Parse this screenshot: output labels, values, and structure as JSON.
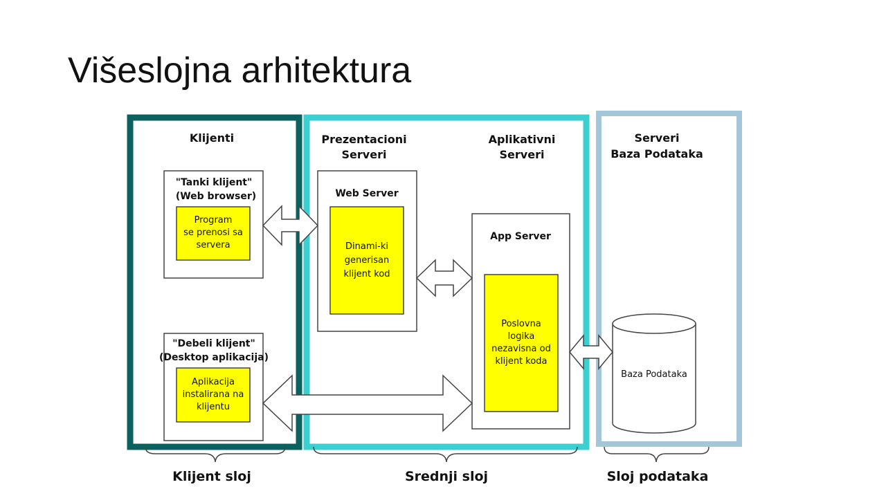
{
  "title": "Višeslojna arhitektura",
  "colors": {
    "client_tier": "#0b615d",
    "middle_tier": "#3ccfd0",
    "data_tier": "#a3c6d8",
    "highlight": "#ffff00"
  },
  "clients": {
    "header": "Klijenti",
    "thin": {
      "title_l1": "\"Tanki klijent\"",
      "title_l2": "(Web browser)",
      "inner": [
        "Program",
        "se prenosi sa",
        "servera"
      ]
    },
    "thick": {
      "title_l1": "\"Debeli klijent\"",
      "title_l2": "(Desktop aplikacija)",
      "inner": [
        "Aplikacija",
        "instalirana na",
        "klijentu"
      ]
    }
  },
  "presentation": {
    "header_l1": "Prezentacioni",
    "header_l2": "Serveri",
    "box_title": "Web Server",
    "inner": [
      "Dinami-ki",
      "generisan",
      "klijent kod"
    ]
  },
  "application": {
    "header_l1": "Aplikativni",
    "header_l2": "Serveri",
    "box_title": "App Server",
    "inner": [
      "Poslovna",
      "logika",
      "nezavisna od",
      "klijent koda"
    ]
  },
  "database": {
    "header_l1": "Serveri",
    "header_l2": "Baza Podataka",
    "cylinder_label": "Baza Podataka"
  },
  "tiers": {
    "client": "Klijent sloj",
    "middle": "Srednji sloj",
    "data": "Sloj podataka"
  }
}
